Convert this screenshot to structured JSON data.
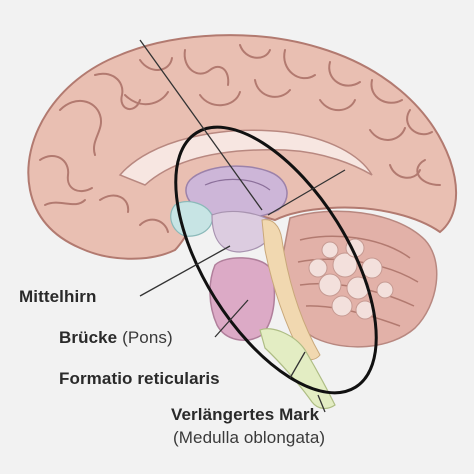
{
  "labels": {
    "mittelhirn": "Mittelhirn",
    "bruecke": "Brücke",
    "bruecke_sub": "(Pons)",
    "formatio": "Formatio reticularis",
    "verlaengertes_mark": "Verlängertes Mark",
    "medulla": "(Medulla oblongata)"
  },
  "colors": {
    "background": "#f2f2f2",
    "cortex": "#e9bfb2",
    "sulcus": "#b27a70",
    "cerebellum": "#e2b1a8",
    "midbrain": "#dccce0",
    "pons": "#dcaac6",
    "thalamus": "#cdb6d8",
    "hypothalamus": "#c7e4e4",
    "reticular": "#f1d8b0",
    "medulla": "#e3edc3",
    "ellipse": "#111111",
    "leader_line": "#333333"
  }
}
